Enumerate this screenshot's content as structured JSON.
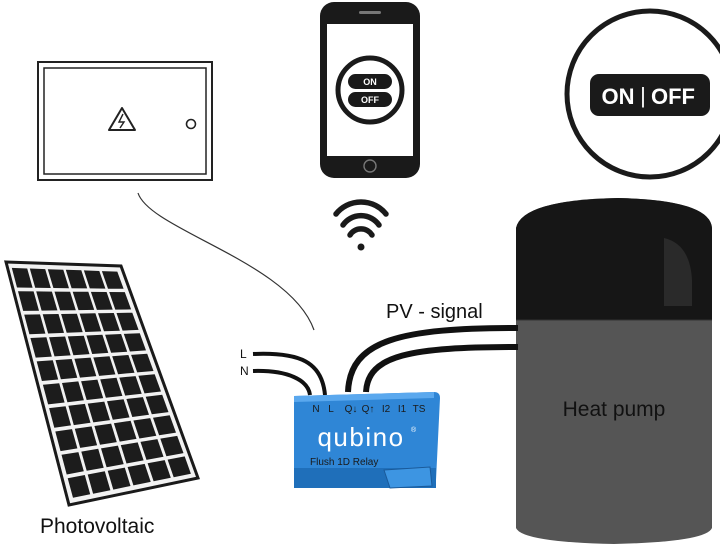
{
  "labels": {
    "photovoltaic": "Photovoltaic",
    "pv_signal": "PV - signal",
    "heat_pump": "Heat pump",
    "wire_l": "L",
    "wire_n": "N"
  },
  "phone": {
    "on_label": "ON",
    "off_label": "OFF"
  },
  "toggle": {
    "on_label": "ON",
    "separator": "|",
    "off_label": "OFF"
  },
  "relay": {
    "brand": "qubino",
    "registered": "®",
    "model": "Flush 1D Relay",
    "terminals": [
      "N",
      "L",
      "Q↓",
      "Q↑",
      "I2",
      "I1",
      "TS"
    ]
  },
  "colors": {
    "relay_blue": "#2f86d6",
    "heat_pump_top": "#1a1a1a",
    "heat_pump_bottom": "#555555",
    "panel_cell": "#1c1c1c"
  }
}
